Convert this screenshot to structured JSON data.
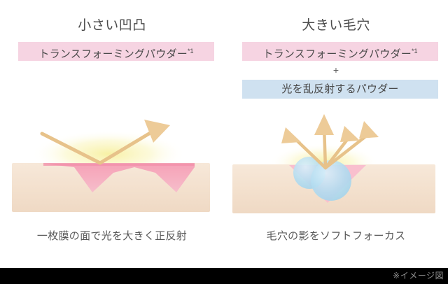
{
  "footer": {
    "note": "※イメージ図",
    "bar_color": "#000000",
    "note_color": "#8f8f8f"
  },
  "colors": {
    "chip_pink": "#f6d4e2",
    "chip_blue": "#cfe1f0",
    "skin": "#f5e3d2",
    "pore_pink": "#f5a9bd",
    "powder_blue": "#b5ddf0",
    "arrow": "#e7c28a",
    "glow": "#f5ef9e",
    "text": "#4a4a4a"
  },
  "panels": [
    {
      "id": "small-bumps",
      "title": "小さい凹凸",
      "chips": [
        {
          "label": "トランスフォーミングパウダー",
          "footnote": "*1",
          "style": "pink"
        }
      ],
      "plus": null,
      "caption": "一枚膜の面で光を大きく正反射"
    },
    {
      "id": "large-pores",
      "title": "大きい毛穴",
      "chips": [
        {
          "label": "トランスフォーミングパウダー",
          "footnote": "*1",
          "style": "pink"
        },
        {
          "label": "光を乱反射するパウダー",
          "footnote": "",
          "style": "blue"
        }
      ],
      "plus": "+",
      "caption": "毛穴の影をソフトフォーカス"
    }
  ]
}
